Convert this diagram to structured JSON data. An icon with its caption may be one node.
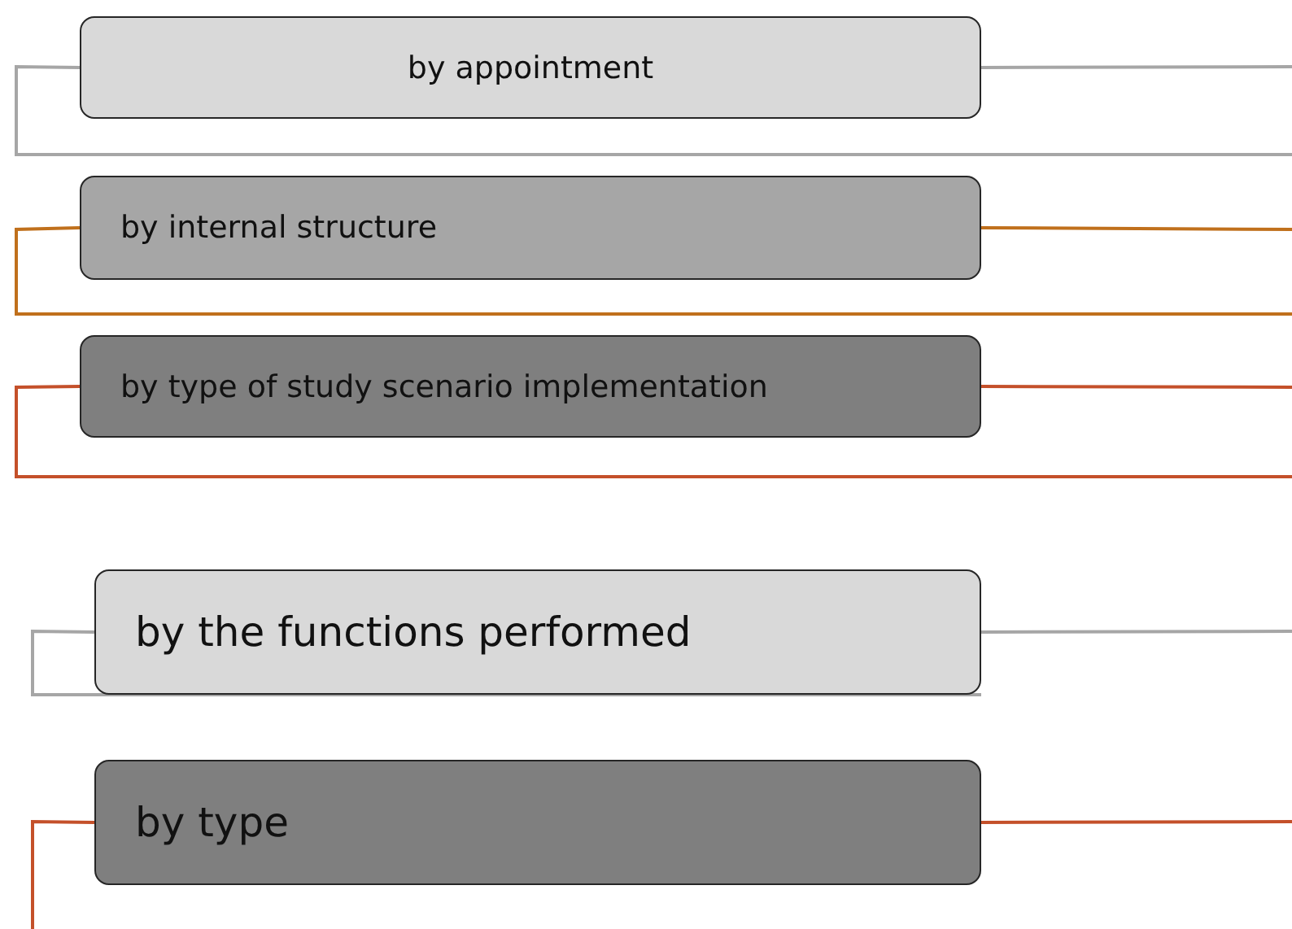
{
  "diagram": {
    "nodes": [
      {
        "text": [
          "by appointment"
        ]
      },
      {
        "text": [
          "by  internal structure"
        ]
      },
      {
        "text": [
          "by type of study scenario implementation"
        ]
      },
      {
        "text": [
          "by the functions performed"
        ]
      },
      {
        "text": [
          "by type"
        ]
      }
    ],
    "edges": [
      {
        "from": 0,
        "to": null,
        "arrow": "none",
        "color": "#a6a6a6"
      },
      {
        "from": 0,
        "to": null,
        "arrow": "none",
        "color": "#a6a6a6"
      },
      {
        "from": 1,
        "to": null,
        "arrow": "none",
        "color": "#c0701c"
      },
      {
        "from": 1,
        "to": null,
        "arrow": "none",
        "color": "#c0701c"
      },
      {
        "from": 2,
        "to": null,
        "arrow": "none",
        "color": "#c4502a"
      },
      {
        "from": 2,
        "to": null,
        "arrow": "none",
        "color": "#c4502a"
      },
      {
        "from": 3,
        "to": null,
        "arrow": "none",
        "color": "#a6a6a6"
      },
      {
        "from": 3,
        "to": null,
        "arrow": "none",
        "color": "#a6a6a6"
      },
      {
        "from": 4,
        "to": null,
        "arrow": "none",
        "color": "#c4502a"
      },
      {
        "from": 4,
        "to": null,
        "arrow": "none",
        "color": "#c4502a"
      }
    ]
  }
}
